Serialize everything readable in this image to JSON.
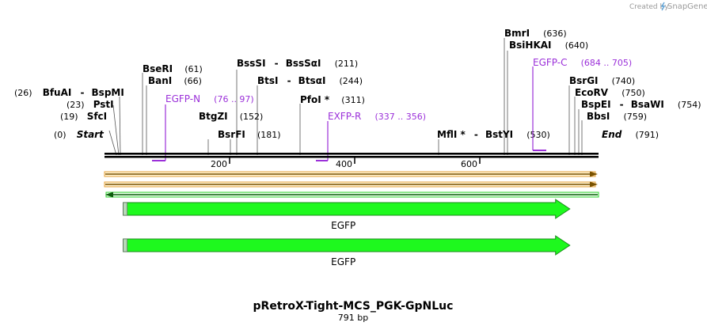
{
  "credit": {
    "text": "Created by",
    "brand": "SnapGene"
  },
  "plasmid": {
    "name": "pRetroX-Tight-MCS_PGK-GpNLuc",
    "length_label": "791 bp"
  },
  "sequence": {
    "start_label": "Start",
    "start_pos": "(0)",
    "end_label": "End",
    "end_pos": "(791)",
    "length": 791
  },
  "enzymes": [
    {
      "pos": "(26)",
      "name": "BfuAI",
      "sep": "-",
      "name2": "BspMI"
    },
    {
      "pos": "(23)",
      "name": "PstI"
    },
    {
      "pos": "(19)",
      "name": "SfcI"
    },
    {
      "name": "BseRI",
      "pos": "(61)"
    },
    {
      "name": "BanI",
      "pos": "(66)"
    },
    {
      "name": "BtgZI",
      "pos": "(152)"
    },
    {
      "name": "BsrFI",
      "pos": "(181)"
    },
    {
      "name": "BssSI",
      "sep": "-",
      "name2": "BssSαI",
      "pos": "(211)"
    },
    {
      "name": "BtsI",
      "sep": "-",
      "name2": "BtsαI",
      "pos": "(244)"
    },
    {
      "name": "PfoI *",
      "pos": "(311)"
    },
    {
      "name": "MflI *",
      "sep": "-",
      "name2": "BstYI",
      "pos": "(530)"
    },
    {
      "name": "BmrI",
      "pos": "(636)"
    },
    {
      "name": "BsiHKAI",
      "pos": "(640)"
    },
    {
      "name": "BsrGI",
      "pos": "(740)"
    },
    {
      "name": "EcoRV",
      "pos": "(750)"
    },
    {
      "name": "BspEI",
      "sep": "-",
      "name2": "BsaWI",
      "pos": "(754)"
    },
    {
      "name": "BbsI",
      "pos": "(759)"
    }
  ],
  "primers": [
    {
      "name": "EGFP-N",
      "range": "(76 .. 97)"
    },
    {
      "name": "EXFP-R",
      "range": "(337 .. 356)"
    },
    {
      "name": "EGFP-C",
      "range": "(684 .. 705)"
    }
  ],
  "ticks": [
    "200",
    "400",
    "600"
  ],
  "features": [
    {
      "label": "EGFP",
      "start": 30,
      "end": 745
    },
    {
      "label": "EGFP",
      "start": 30,
      "end": 745
    }
  ],
  "colors": {
    "feature_green": "#1ef91e",
    "orf_orange": "#e5a13a",
    "orf_green": "#2fd12f",
    "primer_purple": "#9b30d9"
  }
}
